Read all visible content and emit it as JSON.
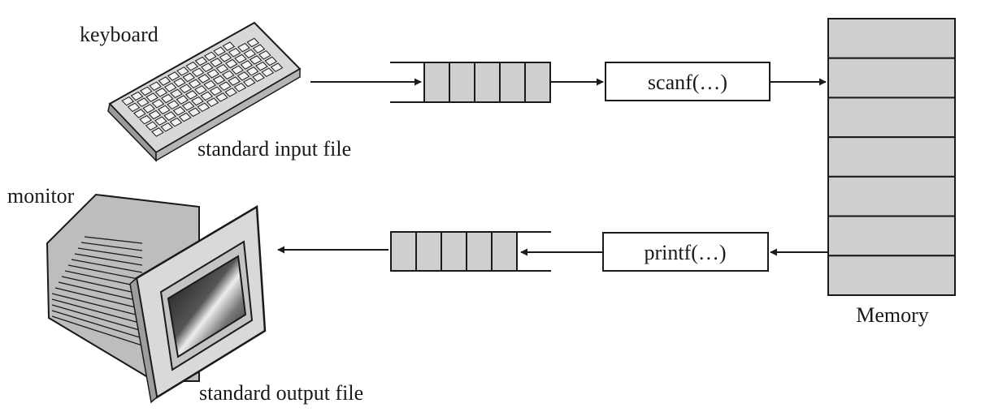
{
  "labels": {
    "keyboard": "keyboard",
    "standard_input_file": "standard input file",
    "monitor": "monitor",
    "standard_output_file": "standard output file",
    "memory": "Memory",
    "scanf": "scanf(…)",
    "printf": "printf(…)"
  },
  "icons": {
    "keyboard": "keyboard-icon",
    "monitor": "monitor-icon"
  },
  "colors": {
    "cell_fill": "#cfcfcf",
    "stroke": "#1a1a1a",
    "background": "#ffffff"
  },
  "input_buffer": {
    "cells": 5
  },
  "output_buffer": {
    "cells": 5
  },
  "memory": {
    "cells": 7
  }
}
